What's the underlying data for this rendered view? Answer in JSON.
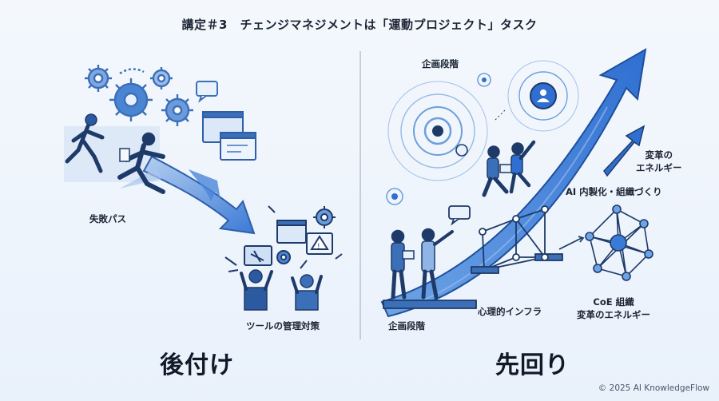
{
  "title": "講定＃3　チェンジマネジメントは「運動プロジェクト」タスク",
  "left_panel": {
    "fail_path_label": "失敗パス",
    "tool_label": "ツールの管理対策",
    "heading": "後付け"
  },
  "right_panel": {
    "planning_top_label": "企画段階",
    "planning_bottom_label": "企画段階",
    "energy_label_line1": "変革の",
    "energy_label_line2": "エネルギー",
    "ai_label": "AI 内製化・組織づくり",
    "infra_label": "心理的インフラ",
    "coe_label_line1": "CoE 組織",
    "coe_label_line2": "変革のエネルギー",
    "heading": "先回り"
  },
  "footer": {
    "copyright": "© 2025 AI KnowledgeFlow"
  },
  "colors": {
    "primary_blue": "#3b7bd8",
    "dark_navy": "#1e3a68",
    "light_blue": "#b9d3f3",
    "background": "#eef4fb"
  }
}
